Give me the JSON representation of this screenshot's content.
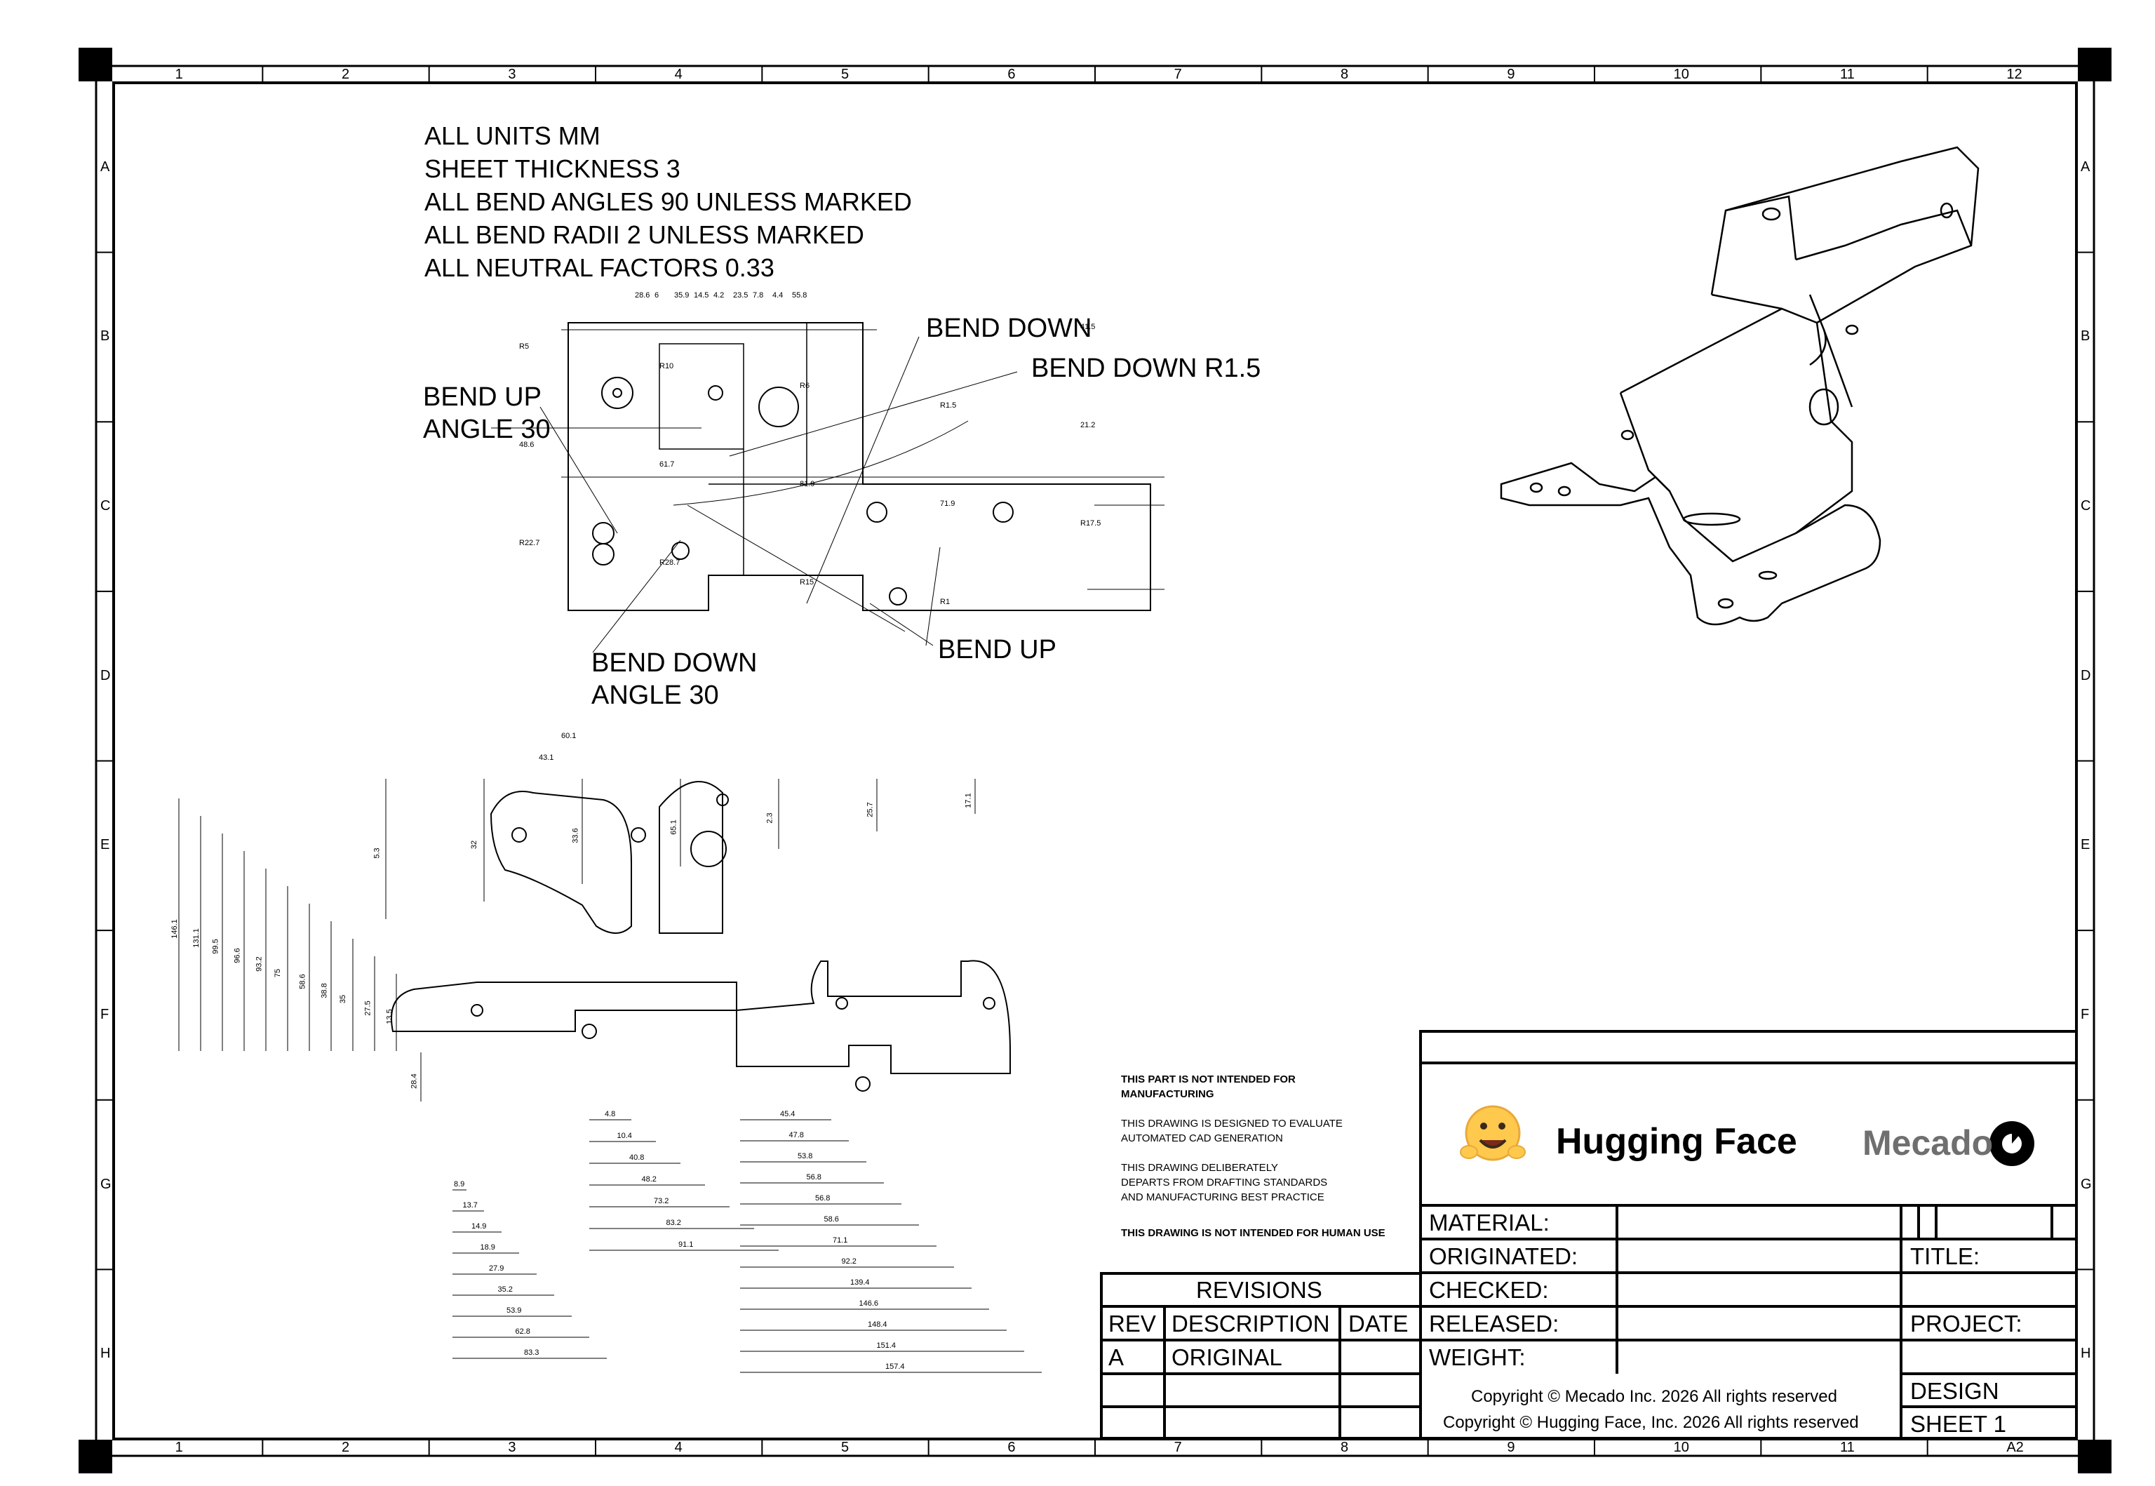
{
  "notes": [
    "ALL UNITS MM",
    "SHEET THICKNESS 3",
    "ALL BEND ANGLES 90 UNLESS MARKED",
    "ALL BEND RADII 2 UNLESS MARKED",
    "ALL NEUTRAL FACTORS 0.33"
  ],
  "callouts": {
    "bend_down_1": "BEND DOWN",
    "bend_down_r15": "BEND DOWN R1.5",
    "bend_up_angle_1": "BEND UP",
    "bend_up_angle_2": "ANGLE 30",
    "bend_down_angle_1": "BEND DOWN",
    "bend_down_angle_2": "ANGLE 30",
    "bend_up": "BEND UP"
  },
  "zones": {
    "columns": [
      "1",
      "2",
      "3",
      "4",
      "5",
      "6",
      "7",
      "8",
      "9",
      "10",
      "11",
      "12"
    ],
    "rows": [
      "A",
      "B",
      "C",
      "D",
      "E",
      "F",
      "G",
      "H"
    ],
    "sheet_size": "A2"
  },
  "disclaimer": {
    "line1": "THIS PART IS NOT INTENDED FOR",
    "line1b": "MANUFACTURING",
    "line2a": "THIS DRAWING IS DESIGNED TO EVALUATE",
    "line2b": "AUTOMATED CAD GENERATION",
    "line3a": "THIS DRAWING DELIBERATELY",
    "line3b": "DEPARTS FROM DRAFTING STANDARDS",
    "line3c": "AND MANUFACTURING BEST PRACTICE",
    "line4": "THIS DRAWING IS NOT INTENDED FOR HUMAN USE"
  },
  "title_block": {
    "brand_left": "Hugging Face",
    "brand_right": "Mecado",
    "material": "MATERIAL:",
    "originated": "ORIGINATED:",
    "checked": "CHECKED:",
    "released": "RELEASED:",
    "weight": "WEIGHT:",
    "title": "TITLE:",
    "project": "PROJECT:",
    "design": "DESIGN",
    "sheet": "SHEET 1",
    "copyright_1": "Copyright © Mecado Inc. 2026 All rights reserved",
    "copyright_2": "Copyright © Hugging Face, Inc. 2026 All rights reserved"
  },
  "revisions": {
    "header": "REVISIONS",
    "col_rev": "REV",
    "col_desc": "DESCRIPTION",
    "col_date": "DATE",
    "rows": [
      {
        "rev": "A",
        "desc": "ORIGINAL",
        "date": ""
      }
    ]
  },
  "flat_dims": [
    "28.6",
    "6",
    "35.9",
    "14.5",
    "4.2",
    "23.5",
    "7.8",
    "4.4",
    "55.8",
    "41.5",
    "R5",
    "R10",
    "R6",
    "R1.5",
    "21.2",
    "48.6",
    "61.7",
    "81.9",
    "71.9",
    "R17.5",
    "R22.7",
    "R28.7",
    "R15",
    "R1"
  ],
  "x_dims": [
    "4.8",
    "10.4",
    "40.8",
    "48.2",
    "73.2",
    "83.2",
    "91.1",
    "45.4",
    "47.8",
    "53.8",
    "56.8",
    "56.8",
    "58.6",
    "71.1",
    "92.2",
    "139.4",
    "146.6",
    "148.4",
    "151.4",
    "157.4",
    "8.9",
    "13.7",
    "14.9",
    "18.9",
    "27.9",
    "35.2",
    "53.9",
    "62.8",
    "83.3"
  ],
  "y_dims": [
    "146.1",
    "131.1",
    "99.5",
    "96.6",
    "93.2",
    "75",
    "58.6",
    "38.8",
    "35",
    "27.5",
    "13.5",
    "28.4",
    "5.3",
    "32",
    "33.6",
    "65.1",
    "2.3",
    "25.7",
    "17.1"
  ],
  "top_dims": [
    "60.1",
    "43.1"
  ]
}
